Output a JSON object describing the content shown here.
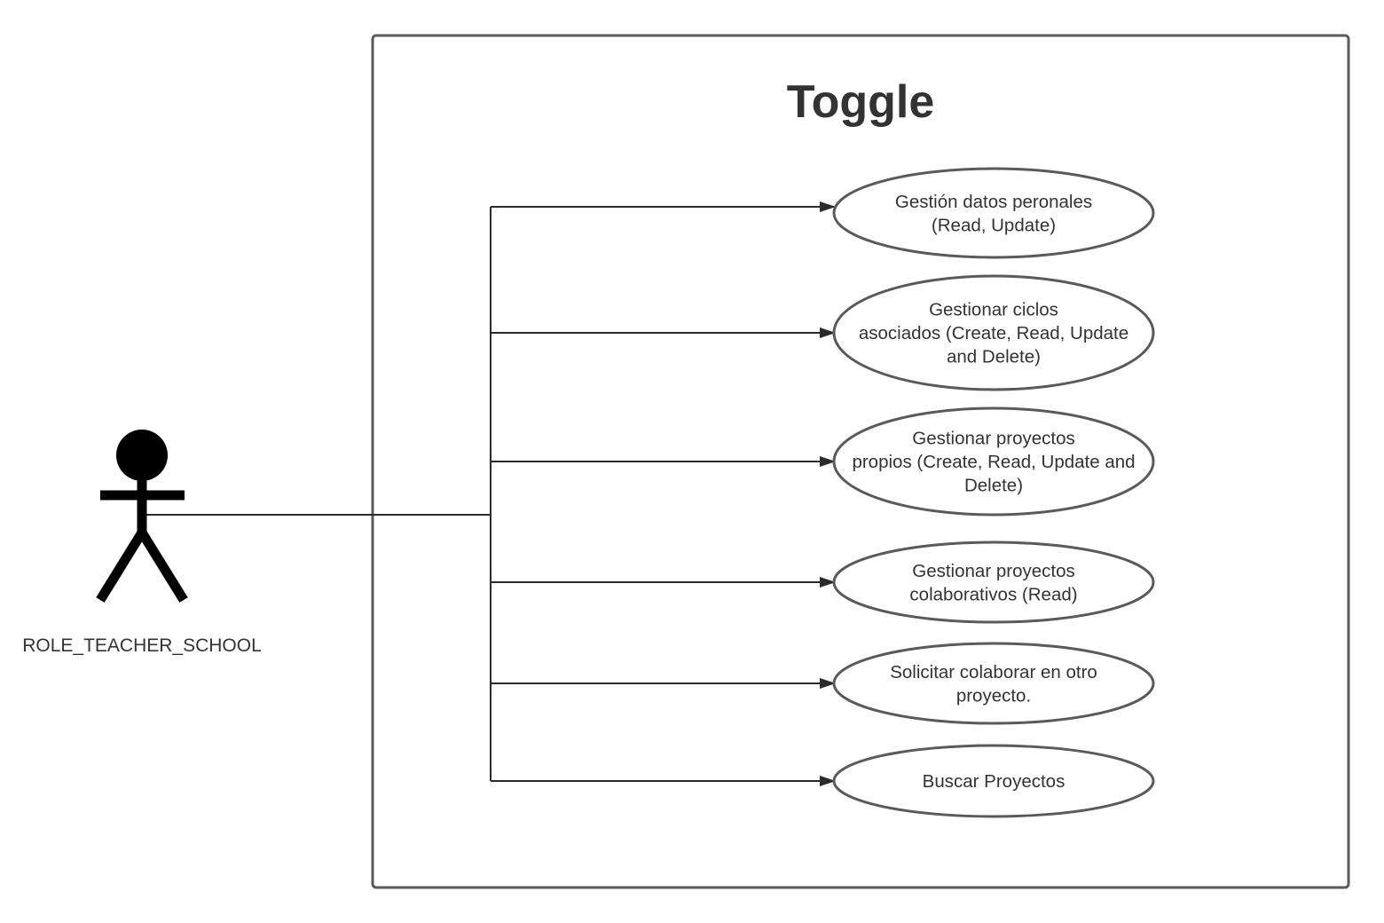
{
  "system": {
    "title": "Toggle"
  },
  "actor": {
    "label": "ROLE_TEACHER_SCHOOL"
  },
  "use_cases": [
    {
      "lines": [
        "Gestión datos peronales",
        "(Read, Update)"
      ]
    },
    {
      "lines": [
        "Gestionar ciclos",
        "asociados (Create, Read, Update",
        "and Delete)"
      ]
    },
    {
      "lines": [
        "Gestionar proyectos",
        "propios (Create, Read, Update and",
        "Delete)"
      ]
    },
    {
      "lines": [
        "Gestionar proyectos",
        "colaborativos (Read)"
      ]
    },
    {
      "lines": [
        "Solicitar colaborar en otro",
        "proyecto."
      ]
    },
    {
      "lines": [
        "Buscar Proyectos"
      ]
    }
  ],
  "colors": {
    "outline": "#5a5a5a",
    "text": "#333333",
    "actor": "#000000",
    "connector": "#2b2b2b"
  },
  "icons": {
    "actor": "stick-figure-icon",
    "arrow": "filled-arrowhead"
  }
}
